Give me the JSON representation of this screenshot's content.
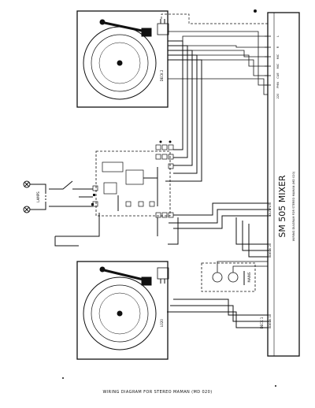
{
  "mixer": {
    "title": "SM 505  MIXER",
    "subtitle": "WIRING DIAGRAM FOR STEREO MAMAN (MD 020)"
  },
  "deck1": {
    "label": "DECK 1",
    "motor_label": "L020"
  },
  "deck2": {
    "label": "DECK 2"
  },
  "mixer_pins": {
    "top": [
      "L",
      "R",
      "MIC",
      "MIC",
      "CUE",
      "PHN",
      "220"
    ],
    "lower": [
      "OUTPUT",
      "DECK 2",
      "DECK 1"
    ]
  },
  "lamps_label": "LAMPS",
  "socket_label": "MAINS",
  "caption": "WIRING DIAGRAM FOR STEREO MAMAN (MD 020)"
}
